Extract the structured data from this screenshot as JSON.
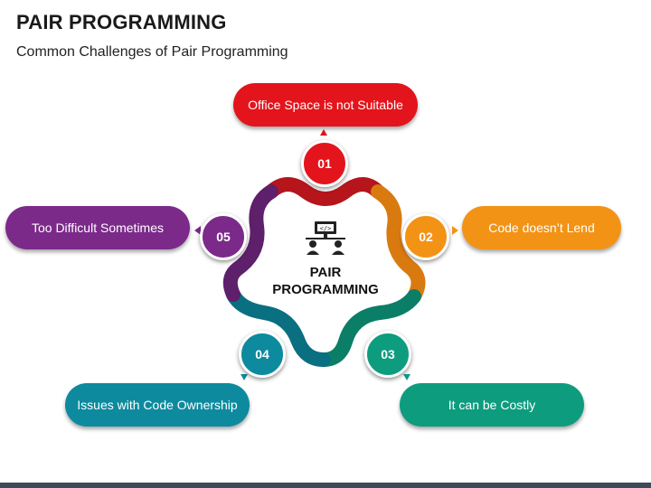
{
  "header": {
    "title": "PAIR PROGRAMMING",
    "subtitle": "Common Challenges of Pair Programming"
  },
  "center": {
    "label_line1": "PAIR",
    "label_line2": "PROGRAMMING",
    "icon": "pair-programmers-icon"
  },
  "items": [
    {
      "number": "01",
      "label": "Office Space is not Suitable",
      "color": "#e3141b"
    },
    {
      "number": "02",
      "label": "Code doesn’t Lend",
      "color": "#f39315"
    },
    {
      "number": "03",
      "label": "It can be Costly",
      "color": "#0e9c7f"
    },
    {
      "number": "04",
      "label": "Issues with Code Ownership",
      "color": "#0d8a9e"
    },
    {
      "number": "05",
      "label": "Too Difficult Sometimes",
      "color": "#7b2a8a"
    }
  ]
}
